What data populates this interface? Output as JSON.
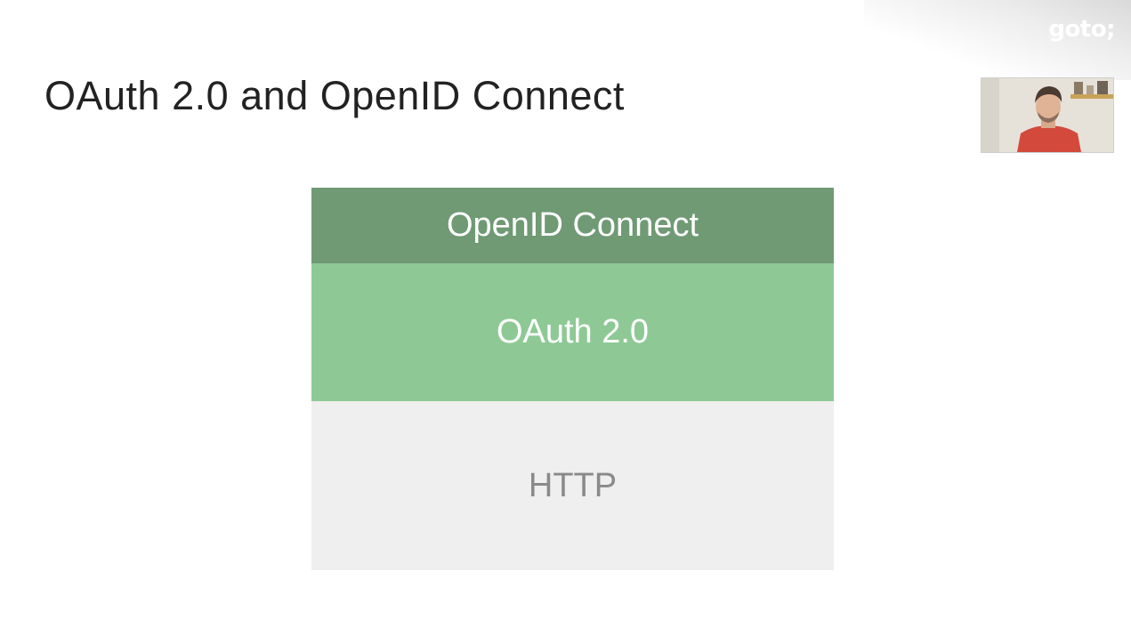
{
  "slide": {
    "title": "OAuth 2.0 and OpenID Connect",
    "logo_text": "goto;"
  },
  "webcam": {
    "icon": "presenter-video"
  },
  "diagram": {
    "layers": [
      {
        "label": "OpenID Connect",
        "color": "#6f9a74",
        "text_color": "#ffffff"
      },
      {
        "label": "OAuth 2.0",
        "color": "#8ec995",
        "text_color": "#ffffff"
      },
      {
        "label": "HTTP",
        "color": "#efefef",
        "text_color": "#8a8a8a"
      }
    ]
  }
}
